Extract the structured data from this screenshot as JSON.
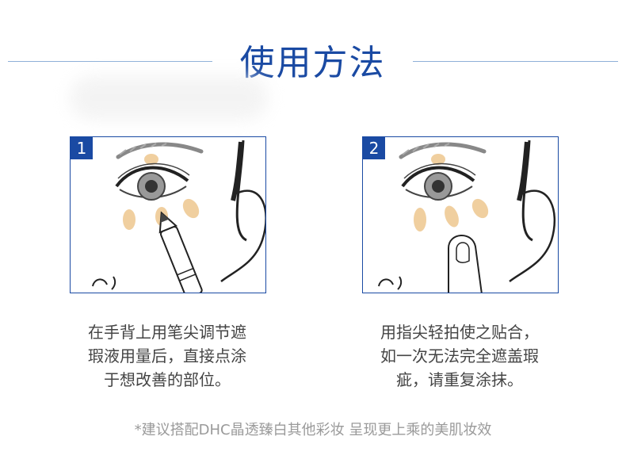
{
  "header": {
    "title": "使用方法"
  },
  "steps": [
    {
      "number": "1",
      "lines": [
        "在手背上用笔尖调节遮",
        "瑕液用量后，直接点涂",
        "于想改善的部位。"
      ]
    },
    {
      "number": "2",
      "lines": [
        "用指尖轻拍使之贴合，",
        "如一次无法完全遮盖瑕",
        "疵，请重复涂抹。"
      ]
    }
  ],
  "footnote": "*建议搭配DHC晶透臻白其他彩妆 呈现更上乘的美肌妆效",
  "colors": {
    "brand_blue": "#1a4aa3",
    "concealer_dot": "#f0cf9f"
  }
}
